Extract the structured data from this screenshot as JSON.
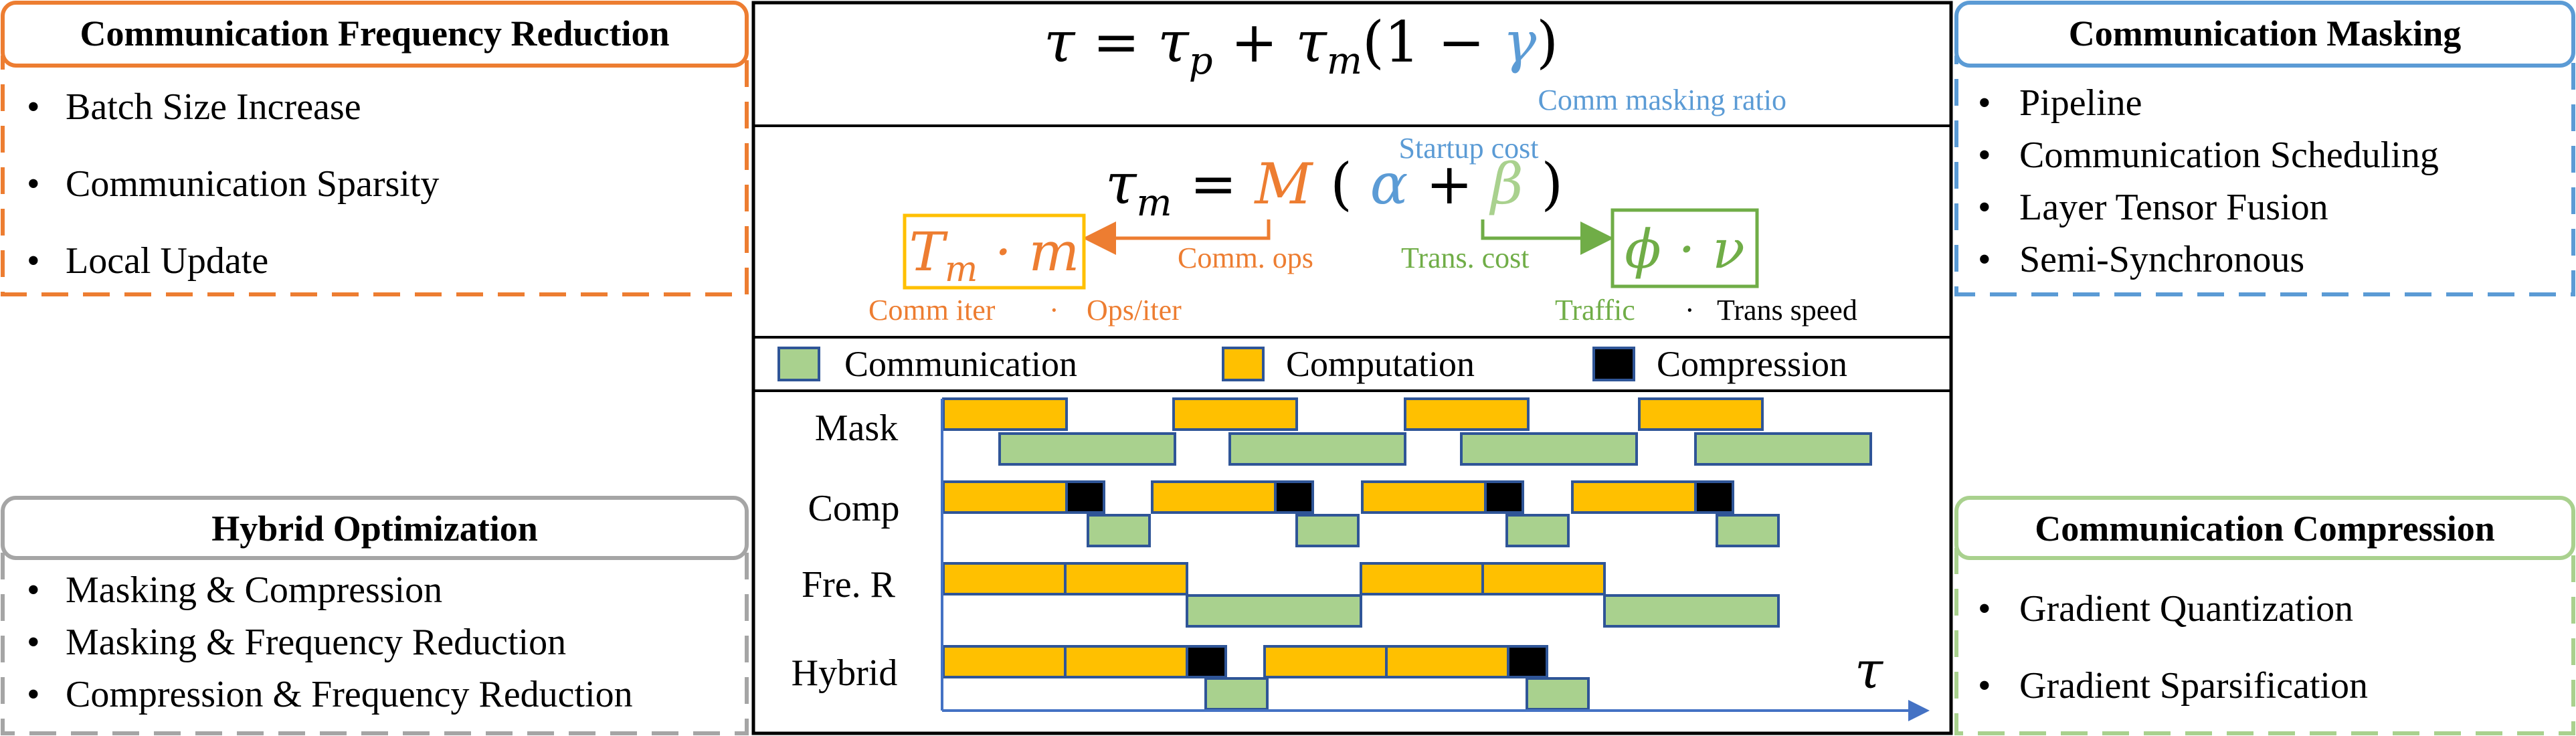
{
  "colors": {
    "orange": "#ed7d31",
    "blue": "#5b9bd5",
    "gray": "#a5a5a5",
    "green": "#a9d18e",
    "green_dark": "#70ad47",
    "comm_fill": "#a9d18e",
    "comp_fill": "#ffc000",
    "compress_fill": "#000000",
    "bar_stroke": "#2f5597",
    "axis": "#4472c4"
  },
  "panels": {
    "freq_reduction": {
      "title": "Communication Frequency Reduction",
      "items": [
        "Batch Size Increase",
        "Communication Sparsity",
        "Local Update"
      ]
    },
    "masking": {
      "title": "Communication Masking",
      "items": [
        "Pipeline",
        "Communication Scheduling",
        "Layer Tensor Fusion",
        "Semi-Synchronous"
      ]
    },
    "hybrid": {
      "title": "Hybrid Optimization",
      "items": [
        "Masking & Compression",
        "Masking & Frequency Reduction",
        "Compression & Frequency Reduction"
      ]
    },
    "compression": {
      "title": "Communication Compression",
      "items": [
        "Gradient Quantization",
        "Gradient Sparsification"
      ]
    }
  },
  "equation_top": {
    "tau": "τ",
    "eq": " = ",
    "tau_p": "τ",
    "tau_p_sub": "p",
    "plus": " + ",
    "tau_m": "τ",
    "tau_m_sub": "m",
    "open": "(1 − ",
    "gamma": "γ",
    "close": ")",
    "gamma_label": "Comm masking ratio"
  },
  "equation_mid": {
    "tau_m": "τ",
    "tau_m_sub": "m",
    "eq": " = ",
    "M": "M",
    "lparen": " ( ",
    "alpha": "α",
    "plus": " + ",
    "beta": "β",
    "rparen": " )",
    "startup_label": "Startup cost",
    "comm_ops_label": "Comm. ops",
    "trans_cost_label": "Trans. cost",
    "left_box_T": "T",
    "left_box_sub": "m",
    "left_box_rest": " · m",
    "right_box": "ϕ · ν",
    "comm_iter_label": "Comm iter",
    "dot_left": "·",
    "ops_iter_label": "Ops/iter",
    "traffic_label": "Traffic",
    "dot_right": "·",
    "trans_speed_label": "Trans speed"
  },
  "legend": {
    "communication": "Communication",
    "computation": "Computation",
    "compression": "Compression"
  },
  "timeline": {
    "rows": [
      "Mask",
      "Comp",
      "Fre. R",
      "Hybrid"
    ],
    "axis_label": "τ"
  }
}
